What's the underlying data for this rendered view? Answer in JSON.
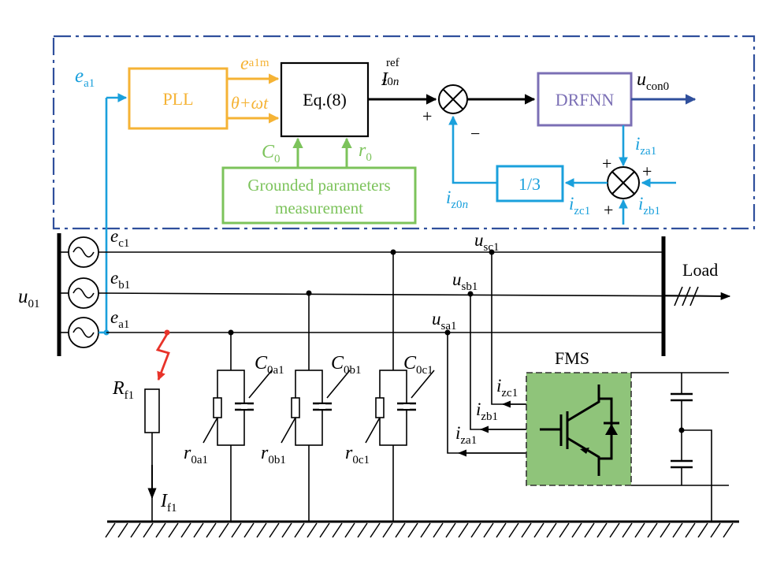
{
  "colors": {
    "blue": "#1aa0dc",
    "orange": "#f5b335",
    "green": "#7cc35b",
    "purple": "#7b6fb5",
    "navy": "#2f4f9c",
    "red": "#e8332a",
    "fms_fill": "#8fc47a"
  },
  "control": {
    "e_a1": {
      "base": "e",
      "sub": "a1"
    },
    "pll": "PLL",
    "e_a1m": {
      "base": "e",
      "sub": "a1m"
    },
    "theta": "θ+ωt",
    "eq": "Eq.(8)",
    "i_ref": {
      "base": "I",
      "sub": "z0",
      "sub_it": "n",
      "sup": "ref"
    },
    "plus": "+",
    "minus": "−",
    "drfnn": "DRFNN",
    "u_con0": {
      "base": "u",
      "sub": "con0"
    },
    "c0": {
      "base": "C",
      "sub": "0"
    },
    "r0": {
      "base": "r",
      "sub": "0"
    },
    "grounded_line1": "Grounded parameters",
    "grounded_line2": "measurement",
    "gain": "1/3",
    "i_z0n": {
      "base": "i",
      "sub": "z0",
      "sub_it": "n"
    },
    "i_za1": {
      "base": "i",
      "sub": "za1"
    },
    "i_zb1": {
      "base": "i",
      "sub": "zb1"
    },
    "i_zc1": {
      "base": "i",
      "sub": "zc1"
    }
  },
  "power": {
    "u01": {
      "base": "u",
      "sub": "01"
    },
    "e_c1": {
      "base": "e",
      "sub": "c1"
    },
    "e_b1": {
      "base": "e",
      "sub": "b1"
    },
    "e_a1": {
      "base": "e",
      "sub": "a1"
    },
    "u_sc1": {
      "base": "u",
      "sub": "sc1"
    },
    "u_sb1": {
      "base": "u",
      "sub": "sb1"
    },
    "u_sa1": {
      "base": "u",
      "sub": "sa1"
    },
    "load": "Load",
    "r_f1": {
      "base": "R",
      "sub": "f1"
    },
    "i_f1": {
      "base": "I",
      "sub": "f1"
    },
    "c_0a1": {
      "base": "C",
      "sub": "0a1"
    },
    "c_0b1": {
      "base": "C",
      "sub": "0b1"
    },
    "c_0c1": {
      "base": "C",
      "sub": "0c1"
    },
    "r_0a1": {
      "base": "r",
      "sub": "0a1"
    },
    "r_0b1": {
      "base": "r",
      "sub": "0b1"
    },
    "r_0c1": {
      "base": "r",
      "sub": "0c1"
    },
    "fms": "FMS",
    "i_zc1": {
      "base": "i",
      "sub": "zc1"
    },
    "i_zb1": {
      "base": "i",
      "sub": "zb1"
    },
    "i_za1": {
      "base": "i",
      "sub": "za1"
    }
  }
}
